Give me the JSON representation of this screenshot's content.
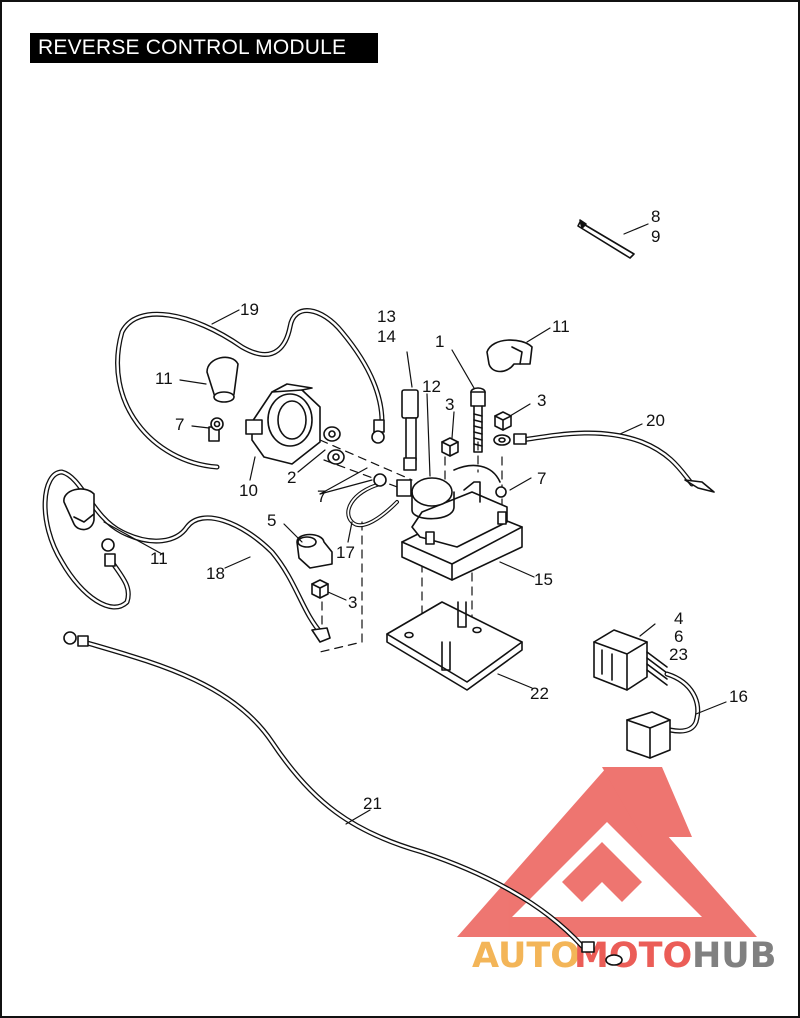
{
  "title": "REVERSE CONTROL MODULE",
  "colors": {
    "line": "#111111",
    "watermark_red": "#e8413a",
    "watermark_orange": "#f2a93b",
    "watermark_gray": "#6b6b6b"
  },
  "labels": {
    "l1": "1",
    "l2": "2",
    "l3a": "3",
    "l3b": "3",
    "l3c": "3",
    "l4": "4",
    "l5": "5",
    "l6": "6",
    "l7a": "7",
    "l7b": "7",
    "l7c": "7",
    "l8": "8",
    "l9": "9",
    "l10": "10",
    "l11a": "11",
    "l11b": "11",
    "l11c": "11",
    "l12": "12",
    "l13": "13",
    "l14": "14",
    "l15": "15",
    "l16": "16",
    "l17": "17",
    "l18": "18",
    "l19": "19",
    "l20": "20",
    "l21": "21",
    "l22": "22",
    "l23": "23"
  },
  "watermark": {
    "part1": "AUTO",
    "part2": "MOTO",
    "part3": "HUB"
  }
}
